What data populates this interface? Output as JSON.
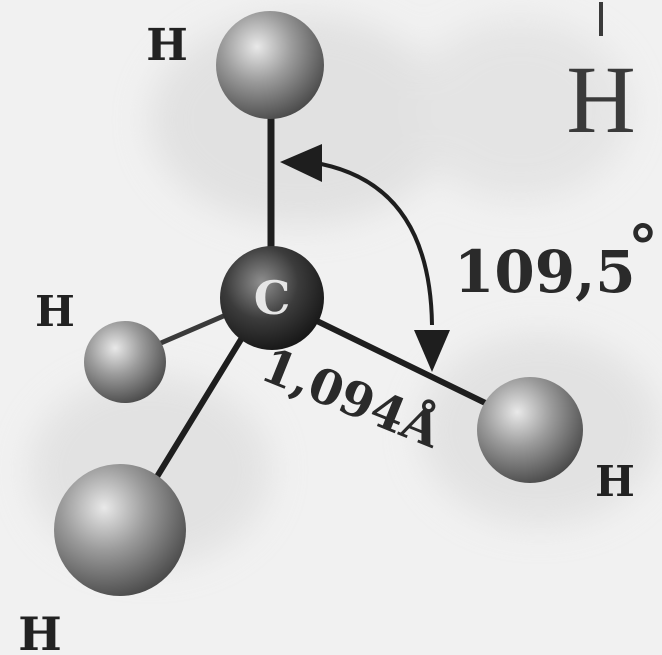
{
  "molecule": {
    "center_atom": "C",
    "h_label": "H",
    "angle_label": "109,5",
    "degree_symbol": "°",
    "bond_length_label": "1,094Å",
    "corner_symbol": "H"
  },
  "colors": {
    "background": "#f1f1f1",
    "carbon": "#3a3a3a",
    "hydrogen": "#8c8c8c",
    "bond": "#1e1e1e",
    "text": "#222222"
  }
}
